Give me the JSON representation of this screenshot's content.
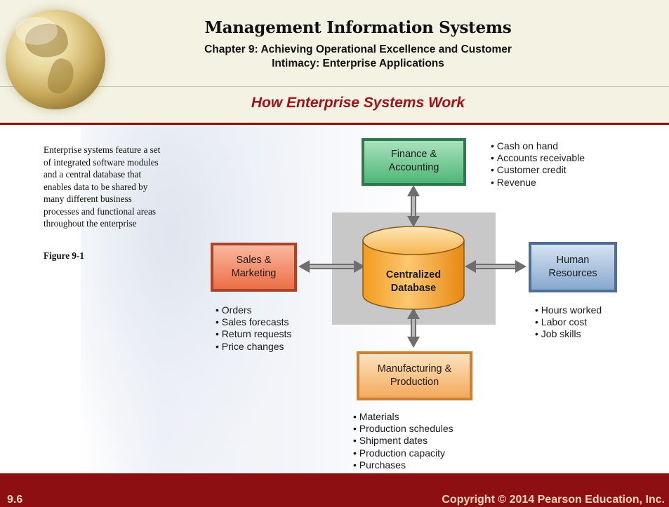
{
  "header": {
    "title": "Management Information Systems",
    "subtitle_line1": "Chapter 9: Achieving Operational Excellence and Customer",
    "subtitle_line2": "Intimacy: Enterprise Applications",
    "section_title": "How Enterprise Systems Work"
  },
  "caption": {
    "lines": [
      "Enterprise systems feature a set",
      "of integrated software modules",
      "and a central database that",
      "enables data to be shared by",
      "many different business",
      "processes and functional areas",
      "throughout the enterprise"
    ],
    "figure_label": "Figure 9-1"
  },
  "diagram": {
    "center": {
      "line1": "Centralized",
      "line2": "Database",
      "color": "#f3a126"
    },
    "modules": {
      "finance": {
        "line1": "Finance &",
        "line2": "Accounting",
        "color": "#5cbf82",
        "bullets": [
          "Cash on hand",
          "Accounts receivable",
          "Customer credit",
          "Revenue"
        ]
      },
      "sales": {
        "line1": "Sales &",
        "line2": "Marketing",
        "color": "#ef7d5a",
        "bullets": [
          "Orders",
          "Sales forecasts",
          "Return requests",
          "Price changes"
        ]
      },
      "hr": {
        "line1": "Human",
        "line2": "Resources",
        "color": "#8daed3",
        "bullets": [
          "Hours worked",
          "Labor cost",
          "Job skills"
        ]
      },
      "manufacturing": {
        "line1": "Manufacturing &",
        "line2": "Production",
        "color": "#f6b46d",
        "bullets": [
          "Materials",
          "Production schedules",
          "Shipment dates",
          "Production capacity",
          "Purchases"
        ]
      }
    }
  },
  "footer": {
    "slide_number": "9.6",
    "copyright": "Copyright © 2014 Pearson Education, Inc."
  },
  "colors": {
    "brand_red": "#8e0f12",
    "section_title": "#a3121a",
    "header_bg": "#f4f2e2"
  }
}
